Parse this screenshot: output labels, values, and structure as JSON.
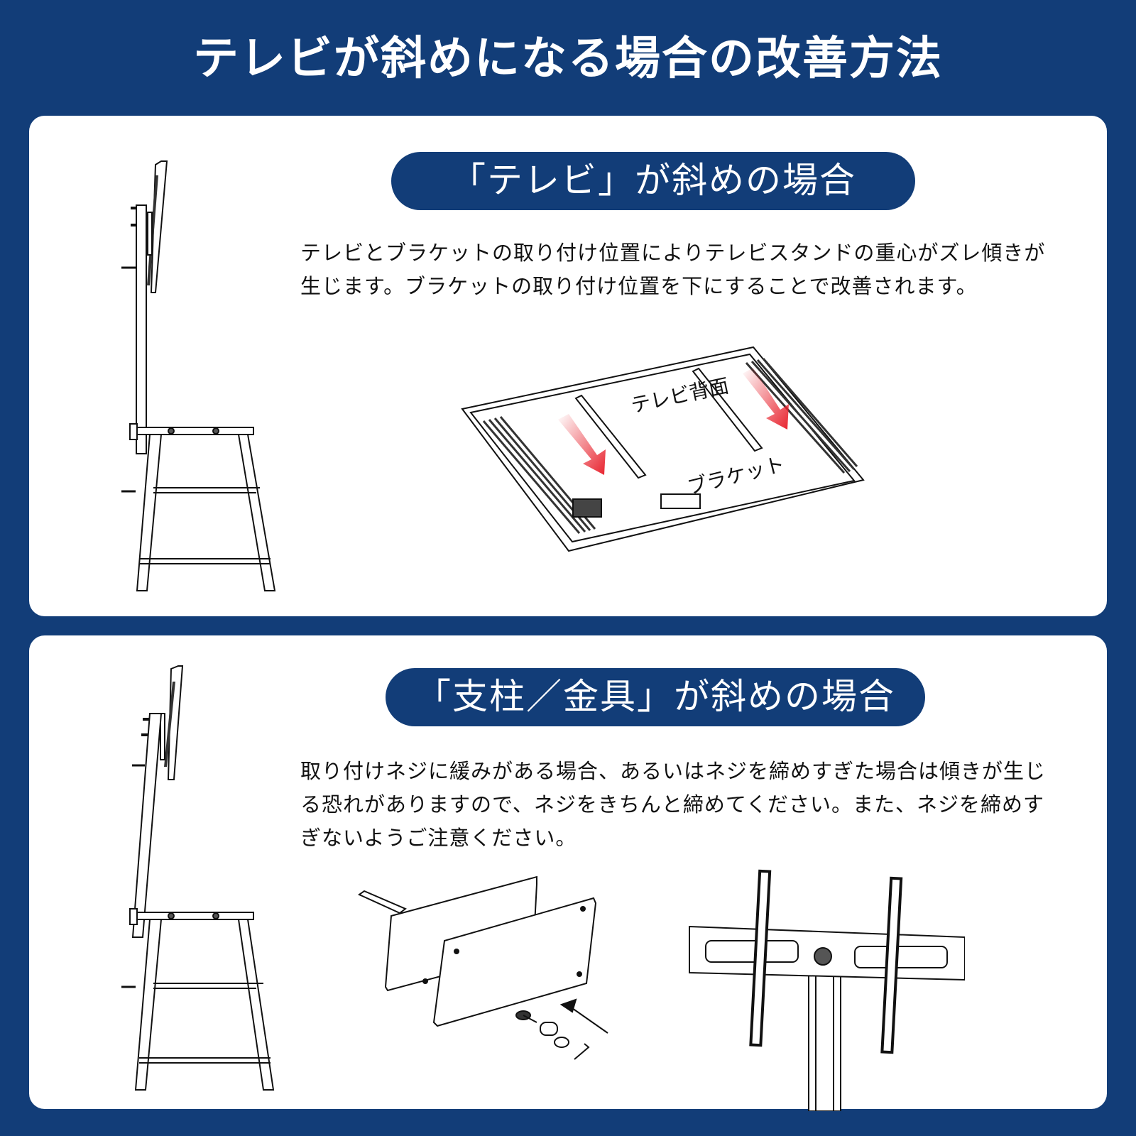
{
  "header": {
    "title": "テレビが斜めになる場合の改善方法"
  },
  "sections": [
    {
      "heading": "「テレビ」が斜めの場合",
      "description": "テレビとブラケットの取り付け位置によりテレビスタンドの重心がズレ傾きが生じます。ブラケットの取り付け位置を下にすることで改善されます。",
      "figures": {
        "side_view": "tv-stand-side-view-tilted-tv",
        "diagram": {
          "label_tv_back": "テレビ背面",
          "label_bracket": "ブラケット"
        }
      }
    },
    {
      "heading": "「支柱／金具」が斜めの場合",
      "description": "取り付けネジに緩みがある場合、あるいはネジを締めすぎた場合は傾きが生じる恐れがありますので、ネジをきちんと締めてください。また、ネジを締めすぎないようご注意ください。",
      "figures": {
        "side_view": "tv-stand-side-view-tilted-pole",
        "diagram_left": "base-plate-screw-assembly",
        "diagram_right": "vesa-bracket-front-view"
      }
    }
  ],
  "colors": {
    "background": "#123d78",
    "card": "#ffffff",
    "pill": "#123d78",
    "arrow": "#e8232e",
    "text": "#111111"
  }
}
